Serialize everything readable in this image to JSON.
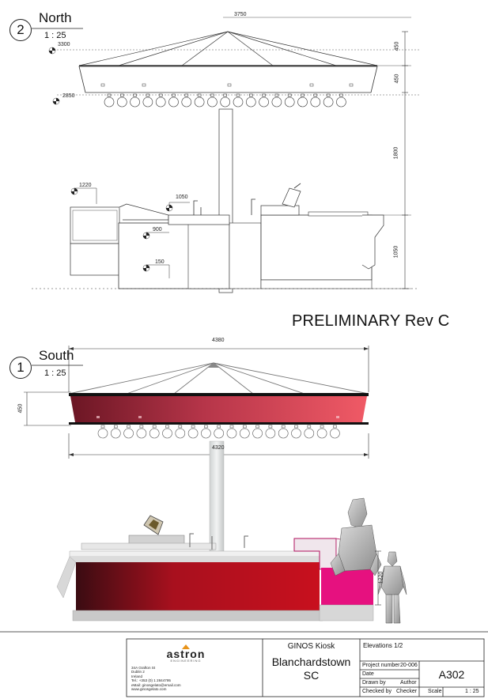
{
  "north_view": {
    "number": "2",
    "title": "North",
    "scale": "1 : 25",
    "dims": {
      "top_width": "3750",
      "level_3300": "3300",
      "level_2850": "2850",
      "level_1220": "1220",
      "level_1050": "1050",
      "level_900": "900",
      "level_150": "150",
      "right_450a": "450",
      "right_450b": "450",
      "right_1800": "1800",
      "right_1050": "1050"
    }
  },
  "preliminary": "PRELIMINARY Rev C",
  "south_view": {
    "number": "1",
    "title": "South",
    "scale": "1 : 25",
    "dims": {
      "top_width": "4380",
      "canopy_450": "450",
      "lower_width": "4320",
      "person_1220": "1220"
    }
  },
  "title_block": {
    "company": {
      "logo": "astron",
      "tagline": "ENGINEERING",
      "address": [
        "34A Grafton St",
        "Dublin 2",
        "Ireland",
        "Tel.: +353 (0) 1 2844795",
        "eMail: ginosgelato@email.com",
        "www.ginosgelato.com"
      ]
    },
    "project": {
      "name": "GINOS Kiosk",
      "location_line1": "Blanchardstown",
      "location_line2": "SC"
    },
    "sheet": {
      "title": "Elevations 1/2",
      "project_number_label": "Project number",
      "project_number": "20-006",
      "date_label": "Date",
      "drawn_by_label": "Drawn by",
      "drawn_by": "Author",
      "checked_by_label": "Checked by",
      "checked_by": "Checker",
      "sheet_number": "A302",
      "scale_label": "Scale",
      "scale": "1 : 25"
    }
  },
  "colors": {
    "canopy_dark": "#6b1624",
    "canopy_light": "#f05a66",
    "counter_red": "#c8101e",
    "counter_dark": "#3a0c12",
    "display_magenta": "#e6117f"
  }
}
